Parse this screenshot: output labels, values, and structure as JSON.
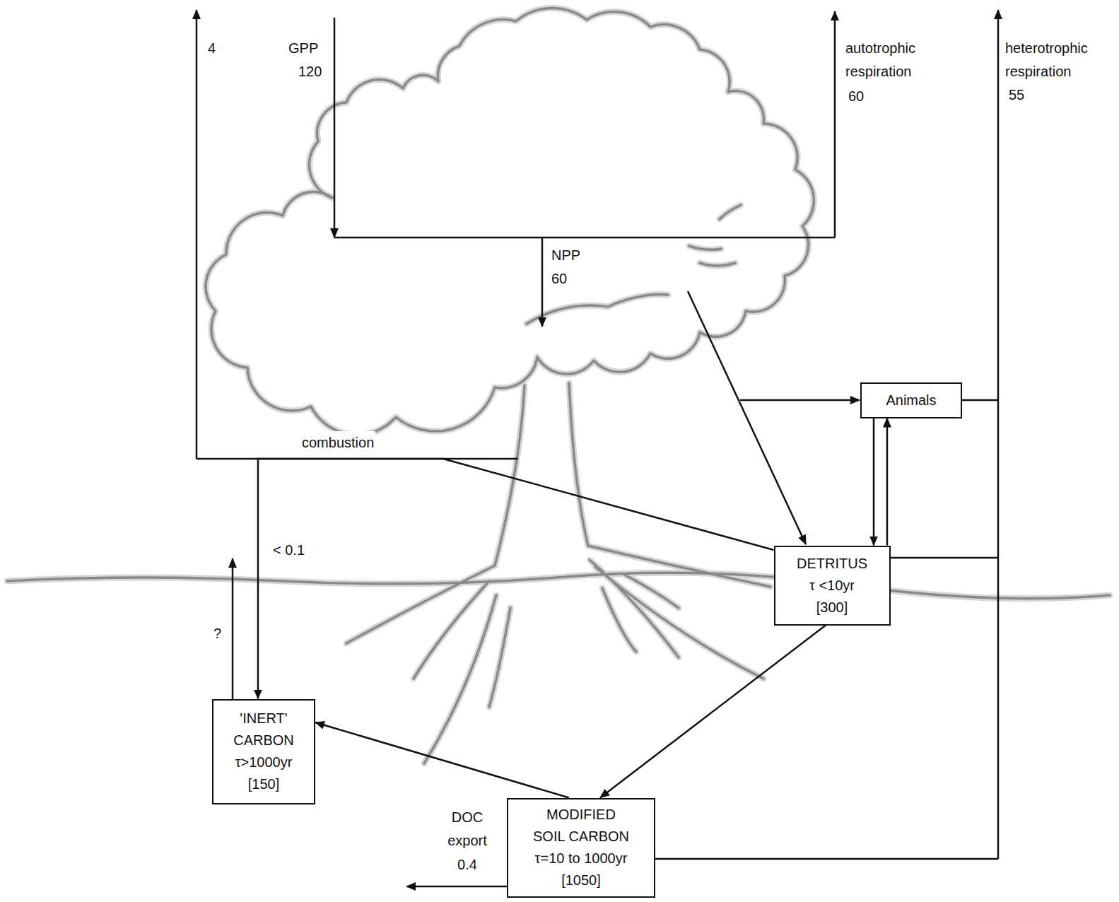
{
  "diagram": {
    "nodes": [
      {
        "text": [
          "Animals"
        ]
      },
      {
        "text": [
          "DETRITUS",
          "τ <10yr",
          "[300]"
        ]
      },
      {
        "text": [
          "'INERT' CARBON",
          "τ>1000yr",
          "[150]"
        ]
      },
      {
        "text": [
          "MODIFIED SOIL CARBON",
          "τ=10 to 1000yr",
          "[1050]"
        ]
      }
    ],
    "edges": [
      {
        "from": 0,
        "to": 1,
        "arrow": "to"
      },
      {
        "from": 1,
        "to": 0,
        "arrow": "to"
      },
      {
        "from": 1,
        "to": 3,
        "arrow": "to"
      },
      {
        "from": 3,
        "to": 2,
        "arrow": "to"
      },
      {
        "from": 1,
        "to": 2,
        "label": "< 0.1",
        "arrow": "to"
      }
    ],
    "labels": [
      "4",
      "GPP",
      "120",
      "autotrophic respiration",
      "60",
      "heterotrophic respiration",
      "55",
      "NPP",
      "60",
      "combustion",
      "?",
      "DOC export",
      "0.4"
    ]
  }
}
